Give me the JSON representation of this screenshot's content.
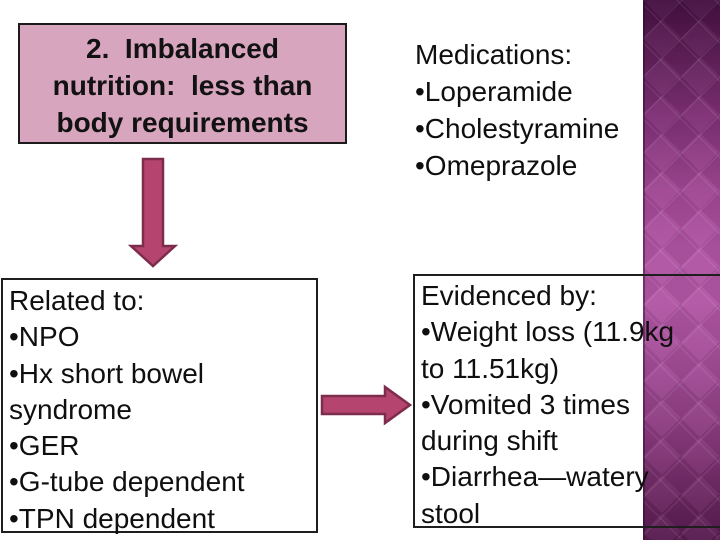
{
  "slide": {
    "background_color": "#ffffff",
    "text_color": "#0f0f0f",
    "accent_band": {
      "description": "argyle-diamond-gradient-band",
      "top_color": "#431040",
      "mid_color": "#b156a4",
      "bottom_color": "#571b4f"
    },
    "diagnosis_box": {
      "fill_color": "#d8a5bf",
      "border_color": "#1b1b1b",
      "lines": [
        "2.  Imbalanced",
        "nutrition:  less than",
        "body requirements"
      ]
    },
    "medications": {
      "lines": [
        "Medications:",
        "•Loperamide",
        "•Cholestyramine",
        "•Omeprazole"
      ]
    },
    "related_box": {
      "border_color": "#1e1e1e",
      "lines": [
        "Related to:",
        "•NPO",
        "•Hx short bowel",
        "syndrome",
        "•GER",
        "•G-tube dependent",
        "•TPN dependent"
      ]
    },
    "evidence_box": {
      "border_color": "#1e1e1e",
      "lines": [
        "Evidenced by:",
        "•Weight loss (11.9kg",
        "to 11.51kg)",
        "•Vomited 3 times",
        "during shift",
        "•Diarrhea—watery",
        "stool"
      ]
    },
    "arrows": {
      "fill": "#b5446e",
      "stroke": "#7d2c4c"
    }
  }
}
